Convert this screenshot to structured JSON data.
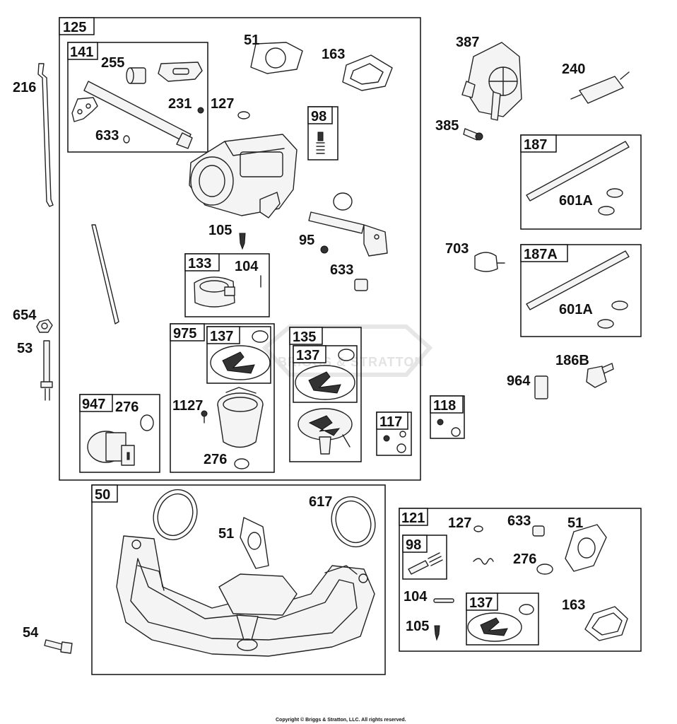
{
  "watermark": "BRIGGS & STRATTON",
  "copyright": "Copyright © Briggs & Stratton, LLC. All rights reserved.",
  "groups": {
    "g125": "125",
    "g141": "141",
    "g98a": "98",
    "g133": "133",
    "g975": "975",
    "g137a": "137",
    "g135": "135",
    "g137b": "137",
    "g947": "947",
    "g117": "117",
    "g118": "118",
    "g187": "187",
    "g187A": "187A",
    "g50": "50",
    "g121": "121",
    "g98b": "98",
    "g137c": "137"
  },
  "parts": {
    "p216": "216",
    "p255": "255",
    "p231": "231",
    "p633a": "633",
    "p51a": "51",
    "p163a": "163",
    "p127a": "127",
    "p105a": "105",
    "p95": "95",
    "p633b": "633",
    "p104a": "104",
    "p654": "654",
    "p53": "53",
    "p276a": "276",
    "p1127": "1127",
    "p276b": "276",
    "p387": "387",
    "p240": "240",
    "p385": "385",
    "p601Aa": "601A",
    "p703": "703",
    "p601Ab": "601A",
    "p186B": "186B",
    "p964": "964",
    "p617": "617",
    "p51b": "51",
    "p54": "54",
    "p127b": "127",
    "p633c": "633",
    "p51c": "51",
    "p276c": "276",
    "p104b": "104",
    "p105b": "105",
    "p163b": "163"
  }
}
